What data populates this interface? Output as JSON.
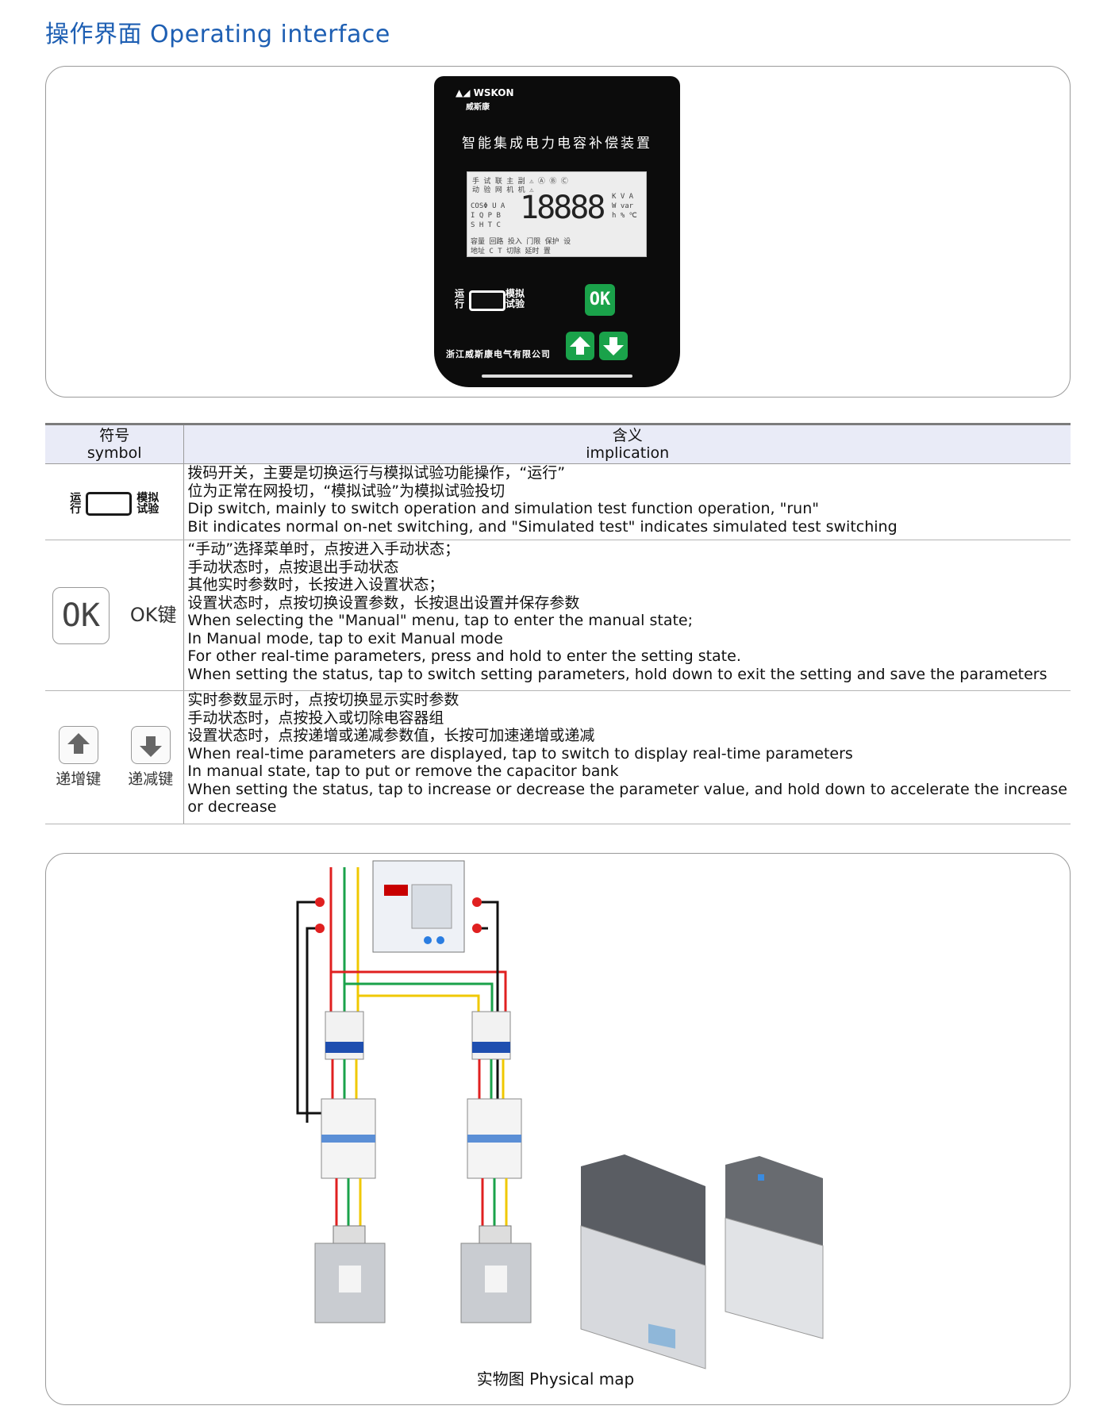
{
  "header": {
    "title": "操作界面 Operating interface"
  },
  "device": {
    "brand": "WSKON",
    "brand_cn": "威斯康",
    "title": "智能集成电力电容补偿装置",
    "lcd": {
      "digits": "18888",
      "row1": "手 试 联 主 副 ⚠ Ⓐ Ⓑ Ⓒ",
      "row2": "动 验 网 机 机 ⚠",
      "units1": "K V A",
      "units2": "W var",
      "units3": "h % ℃",
      "left_col": "COSΦ U A",
      "left_col2": "I Q P B",
      "left_col3": "S H T C",
      "bottom1": "容量 回路 投入 门限 保护 设",
      "bottom2": "地址 C T 切除 延时 置"
    },
    "switch_left": "运\n行",
    "switch_right": "模拟\n试验",
    "ok_label": "OK",
    "company": "浙江威斯康电气有限公司"
  },
  "table": {
    "header_symbol_cn": "符号",
    "header_symbol_en": "symbol",
    "header_meaning_cn": "含义",
    "header_meaning_en": "implication",
    "rows": [
      {
        "sym_left": "运\n行",
        "sym_right": "模拟\n试验",
        "lines": [
          "拨码开关，主要是切换运行与模拟试验功能操作，“运行”",
          "位为正常在网投切，“模拟试验”为模拟试验投切",
          "Dip switch, mainly to switch operation and simulation test function operation, \"run\"",
          "Bit indicates normal on-net switching, and \"Simulated test\" indicates simulated test switching"
        ]
      },
      {
        "sym_box": "OK",
        "sym_text": "OK键",
        "lines": [
          "“手动”选择菜单时，点按进入手动状态；",
          "手动状态时，点按退出手动状态",
          "其他实时参数时，长按进入设置状态；",
          "设置状态时，点按切换设置参数，长按退出设置并保存参数",
          "When selecting the \"Manual\" menu, tap to enter the manual state;",
          "In Manual mode, tap to exit Manual mode",
          "For other real-time parameters, press and hold to enter the setting state.",
          "When setting the status, tap to switch setting parameters, hold down to exit the setting and save the parameters"
        ]
      },
      {
        "sym_up": "递增键",
        "sym_down": "递减键",
        "lines": [
          "实时参数显示时，点按切换显示实时参数",
          "手动状态时，点按投入或切除电容器组",
          "设置状态时，点按递增或递减参数值，长按可加速递增或递减",
          "When real-time parameters are displayed, tap to switch to display real-time parameters",
          "In manual state, tap to put or remove the capacitor bank",
          "When setting the status, tap to increase or decrease the parameter value, and hold down to accelerate the increase",
          "or decrease"
        ]
      }
    ]
  },
  "wiring": {
    "caption": "实物图 Physical map"
  },
  "colors": {
    "accent": "#1e5fb3",
    "green": "#1aa24a",
    "red": "#e02020",
    "yellow": "#f0c800"
  }
}
